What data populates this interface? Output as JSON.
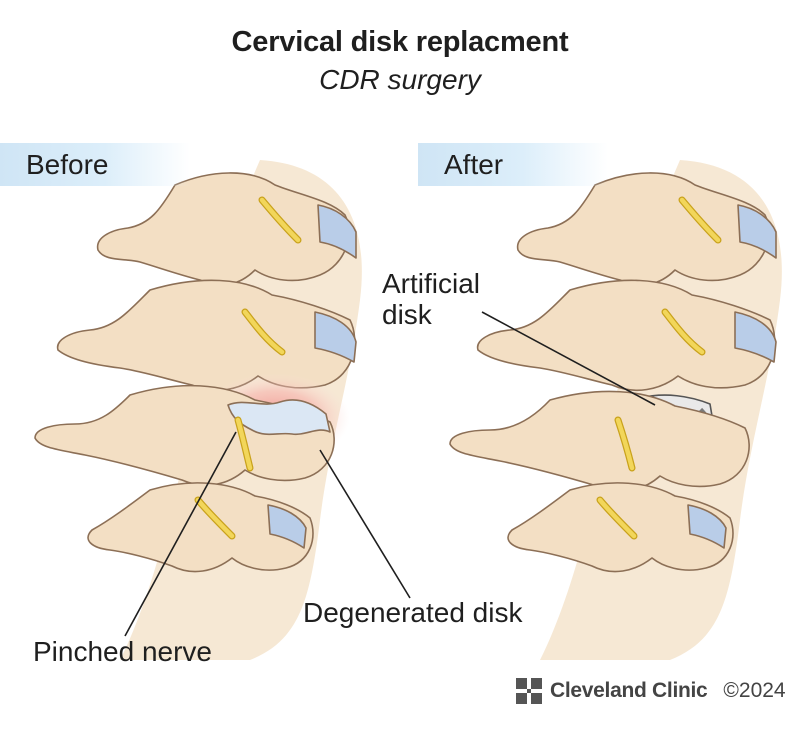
{
  "title": "Cervical disk replacment",
  "subtitle": "CDR surgery",
  "panels": {
    "before": {
      "label": "Before"
    },
    "after": {
      "label": "After"
    }
  },
  "callouts": {
    "artificial_disk": "Artificial\ndisk",
    "degenerated_disk": "Degenerated disk",
    "pinched_nerve": "Pinched nerve"
  },
  "footer": {
    "brand": "Cleveland Clinic",
    "copyright": "©2024"
  },
  "colors": {
    "bone": "#f3dfc4",
    "bone_outline": "#8c6f56",
    "disk": "#b9cde8",
    "nerve": "#f2d65a",
    "inflammation": "#f6a7a2",
    "implant": "#9a9a9a",
    "label_band": "#cfe5f5"
  }
}
